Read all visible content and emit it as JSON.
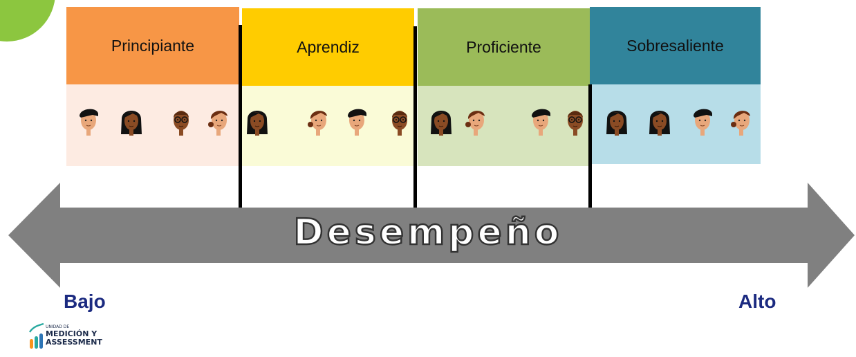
{
  "levels": [
    {
      "label": "Principiante",
      "header_color": "#f79646",
      "body_color": "#fdebe2"
    },
    {
      "label": "Aprendiz",
      "header_color": "#ffcc00",
      "body_color": "#fafbd7"
    },
    {
      "label": "Proficiente",
      "header_color": "#9bbb59",
      "body_color": "#d7e4bd"
    },
    {
      "label": "Sobresaliente",
      "header_color": "#31849b",
      "body_color": "#b7dde8"
    }
  ],
  "arrow": {
    "label": "Desempeño",
    "color": "#808080"
  },
  "scale": {
    "low": "Bajo",
    "high": "Alto"
  },
  "logo": {
    "line1": "UNIDAD DE",
    "line2": "MEDICIÓN Y",
    "line3": "ASSESSMENT"
  }
}
